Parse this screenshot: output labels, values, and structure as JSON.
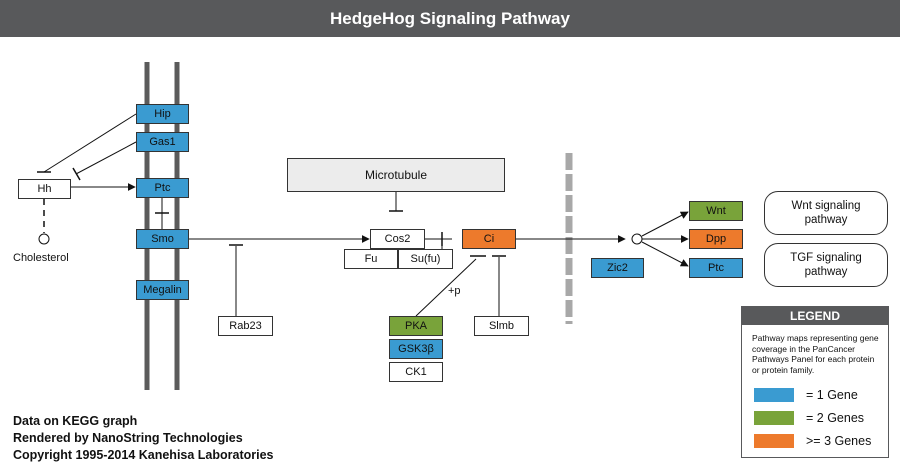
{
  "title": "HedgeHog Signaling Pathway",
  "nodes": {
    "hip": "Hip",
    "gas1": "Gas1",
    "ptc": "Ptc",
    "smo": "Smo",
    "megalin": "Megalin",
    "hh": "Hh",
    "cholesterol": "Cholesterol",
    "rab23": "Rab23",
    "microtubule": "Microtubule",
    "cos2": "Cos2",
    "fu": "Fu",
    "sufu": "Su(fu)",
    "ci": "Ci",
    "plus_p": "+p",
    "pka": "PKA",
    "gsk3b": "GSK3β",
    "ck1": "CK1",
    "slmb": "Slmb",
    "zic2": "Zic2",
    "wnt": "Wnt",
    "dpp": "Dpp",
    "ptc_target": "Ptc",
    "wnt_pathway": "Wnt signaling pathway",
    "tgf_pathway": "TGF signaling pathway"
  },
  "footer": {
    "line1": "Data on KEGG graph",
    "line2": "Rendered by NanoString Technologies",
    "line3": "Copyright 1995-2014 Kanehisa Laboratories"
  },
  "legend": {
    "title": "LEGEND",
    "description": "Pathway maps representing gene coverage in the PanCancer Pathways Panel for each protein or protein family.",
    "items": [
      {
        "label": "= 1 Gene",
        "color": "#3a9bd1"
      },
      {
        "label": "= 2 Genes",
        "color": "#79a33a"
      },
      {
        "label": ">= 3 Genes",
        "color": "#ed7a2c"
      }
    ]
  },
  "colors": {
    "one_gene": "#3a9bd1",
    "two_genes": "#79a33a",
    "three_genes": "#ed7a2c",
    "header": "#58595b"
  }
}
